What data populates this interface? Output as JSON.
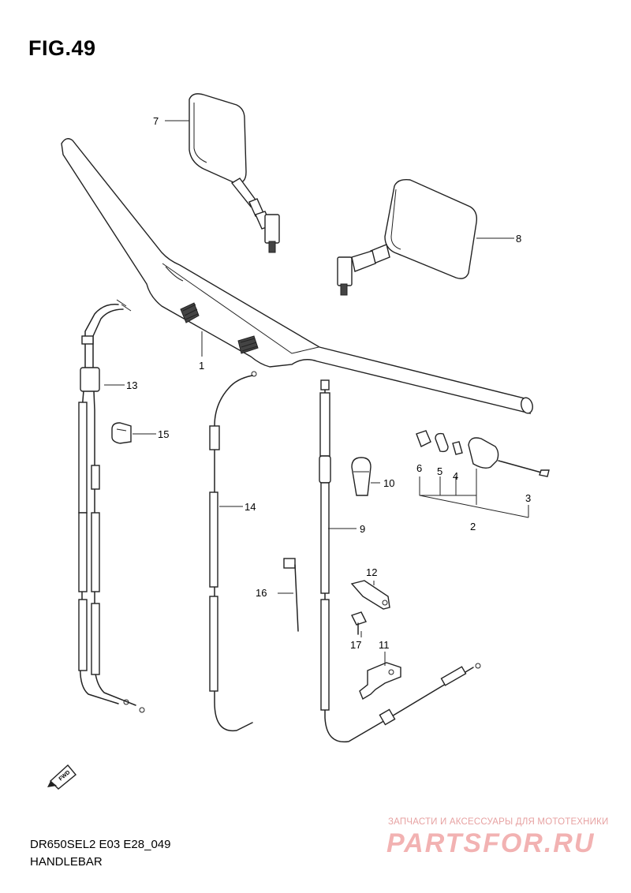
{
  "figure_title": "FIG.49",
  "footer": {
    "model_code": "DR650SEL2 E03 E28_049",
    "section_name": "HANDLEBAR"
  },
  "watermark": {
    "tagline": "ЗАПЧАСТИ И АКСЕССУАРЫ ДЛЯ МОТОТЕХНИКИ",
    "brand": "PARTSFOR.RU"
  },
  "fwd_badge": "FWD",
  "callouts": {
    "c1": "1",
    "c2": "2",
    "c3": "3",
    "c4": "4",
    "c5": "5",
    "c6": "6",
    "c7": "7",
    "c8": "8",
    "c9": "9",
    "c10": "10",
    "c11": "11",
    "c12": "12",
    "c13": "13",
    "c14": "14",
    "c15": "15",
    "c16": "16",
    "c17": "17"
  }
}
